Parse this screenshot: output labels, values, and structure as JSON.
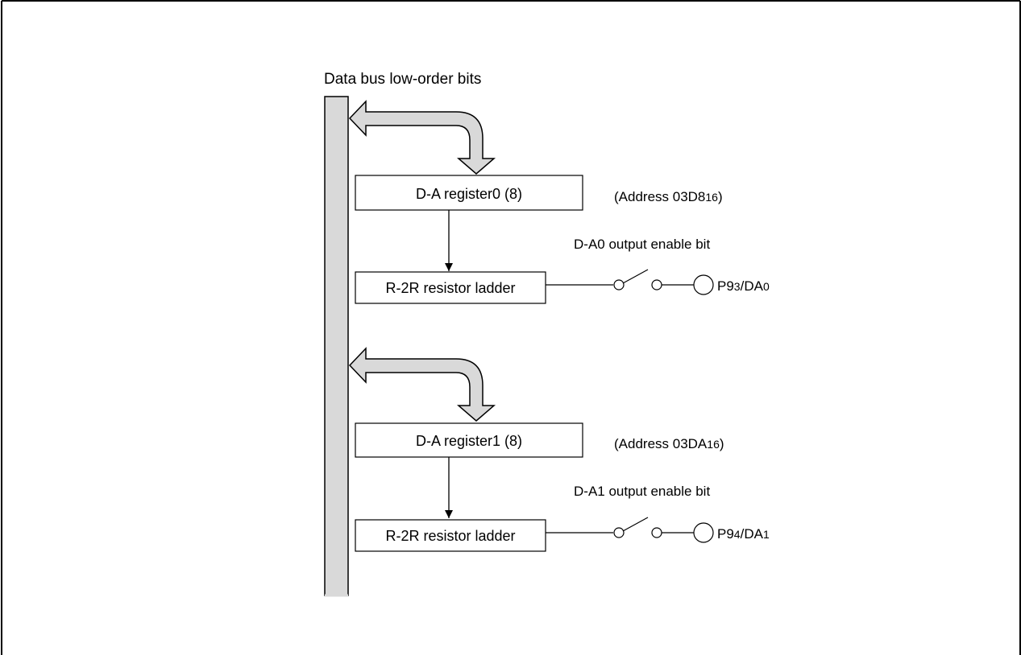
{
  "diagram": {
    "bus_label": "Data bus low-order bits",
    "channels": [
      {
        "register_label": "D-A register0 (8)",
        "address_prefix": "(Address 03D8",
        "address_sub": "16",
        "address_suffix": ")",
        "enable_label": "D-A0 output enable bit",
        "ladder_label": "R-2R resistor ladder",
        "pin_main1": "P9",
        "pin_sub1": "3",
        "pin_main2": "/DA",
        "pin_sub2": "0"
      },
      {
        "register_label": "D-A register1 (8)",
        "address_prefix": "(Address 03DA",
        "address_sub": "16",
        "address_suffix": ")",
        "enable_label": "D-A1 output enable bit",
        "ladder_label": "R-2R resistor ladder",
        "pin_main1": "P9",
        "pin_sub1": "4",
        "pin_main2": "/DA",
        "pin_sub2": "1"
      }
    ]
  },
  "colors": {
    "bus_fill": "#d9d9d9",
    "stroke": "#000000"
  }
}
